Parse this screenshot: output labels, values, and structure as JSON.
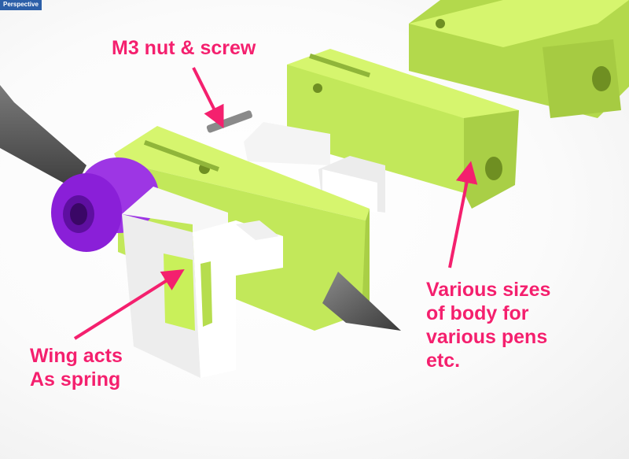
{
  "viewport": {
    "label": "Perspective",
    "colors": {
      "body_green": "#c9f05a",
      "clip_white": "#f4f4f4",
      "knob_purple": "#8a1fd8",
      "rod_gray": "#5a5a5a",
      "annotation_pink": "#f4206e"
    }
  },
  "annotations": {
    "nut_screw": {
      "lines": [
        "M3 nut & screw"
      ]
    },
    "body_sizes": {
      "lines": [
        "Various sizes",
        "of body for",
        "various pens",
        "etc."
      ]
    },
    "wing_spring": {
      "lines": [
        "Wing acts",
        "As spring"
      ]
    }
  }
}
